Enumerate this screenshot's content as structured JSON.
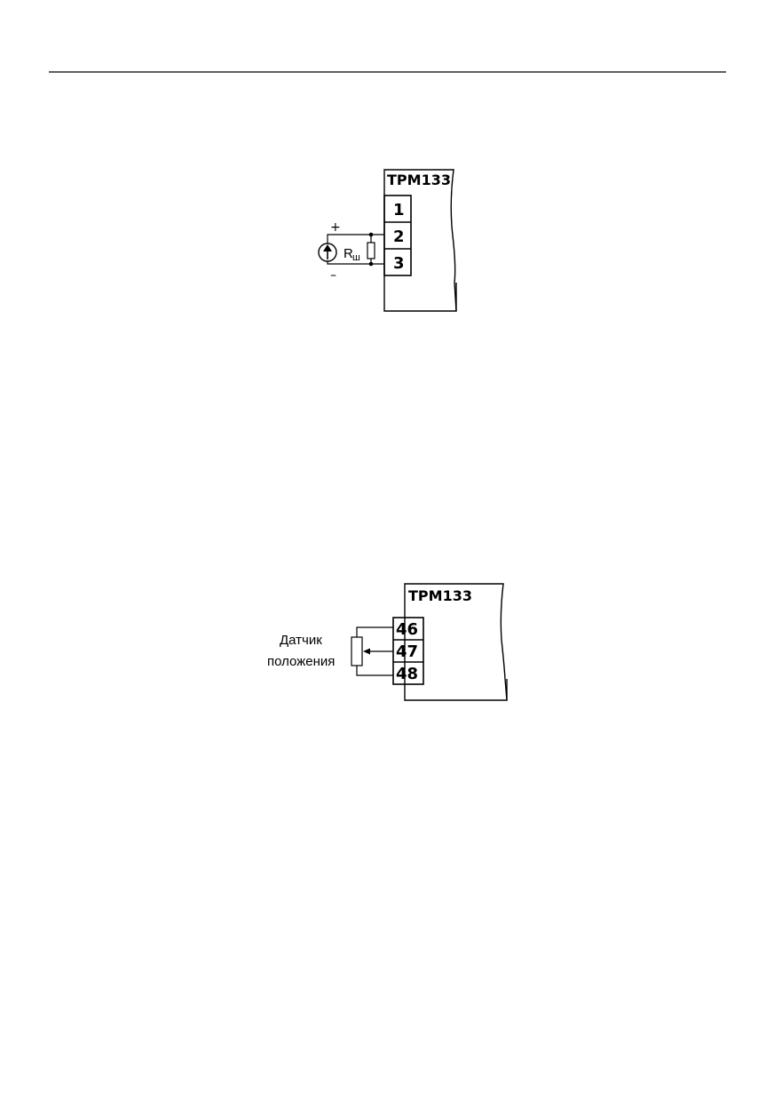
{
  "diagram1": {
    "device_label": "ТРМ133",
    "terminals": [
      "1",
      "2",
      "3"
    ],
    "plus_sign": "+",
    "minus_sign": "–",
    "resistor_label": "R",
    "resistor_subscript": "ш"
  },
  "diagram2": {
    "device_label": "ТРМ133",
    "terminals": [
      "46",
      "47",
      "48"
    ],
    "sensor_label_line1": "Датчик",
    "sensor_label_line2": "положения"
  }
}
